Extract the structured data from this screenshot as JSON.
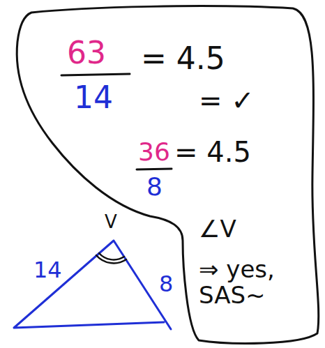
{
  "diagram": {
    "nodes": [
      {
        "text": [
          "63",
          "14",
          "= 4.5",
          "= ✓",
          "36",
          "8",
          "= 4.5",
          "∠V",
          "⇒ yes, SAS~"
        ]
      }
    ],
    "labels": [
      "V",
      "14",
      "8"
    ]
  }
}
